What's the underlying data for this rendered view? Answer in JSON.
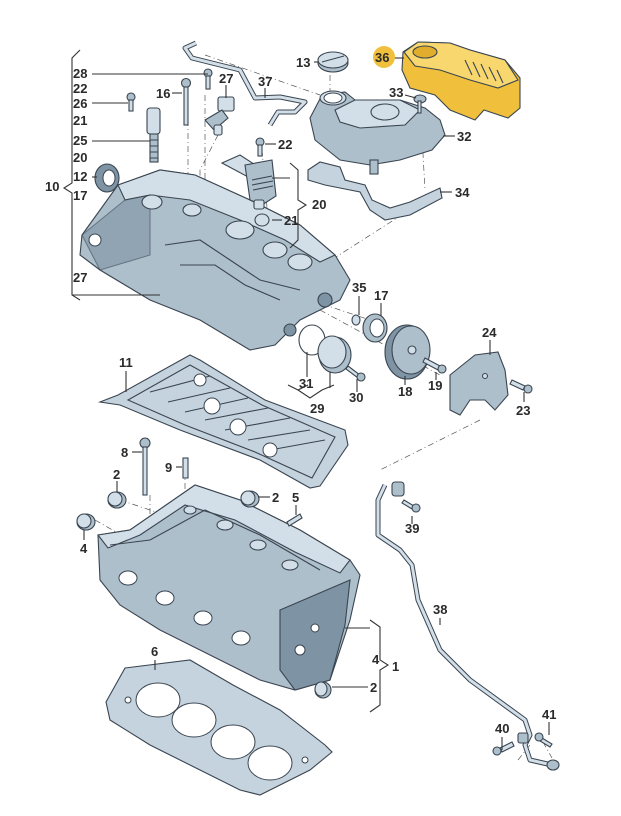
{
  "diagram": {
    "title": "Cylinder head exploded parts diagram",
    "highlight_color": "#f0c03c",
    "highlighted_part": "36",
    "labels": {
      "p1": "1",
      "p2a": "2",
      "p2b": "2",
      "p2c": "2",
      "p4a": "4",
      "p4b": "4",
      "p5": "5",
      "p6": "6",
      "p8": "8",
      "p9": "9",
      "p10": "10",
      "p11": "11",
      "p12": "12",
      "p13": "13",
      "p16": "16",
      "p17a": "17",
      "p17b": "17",
      "p18": "18",
      "p19": "19",
      "p20a": "20",
      "p20b": "20",
      "p21a": "21",
      "p21b": "21",
      "p22a": "22",
      "p22b": "22",
      "p23": "23",
      "p24": "24",
      "p25": "25",
      "p26": "26",
      "p27a": "27",
      "p27b": "27",
      "p27c": "27",
      "p28": "28",
      "p29": "29",
      "p30": "30",
      "p31": "31",
      "p32": "32",
      "p33": "33",
      "p34": "34",
      "p35": "35",
      "p36": "36",
      "p37": "37",
      "p38": "38",
      "p39": "39",
      "p40": "40",
      "p41": "41"
    }
  }
}
